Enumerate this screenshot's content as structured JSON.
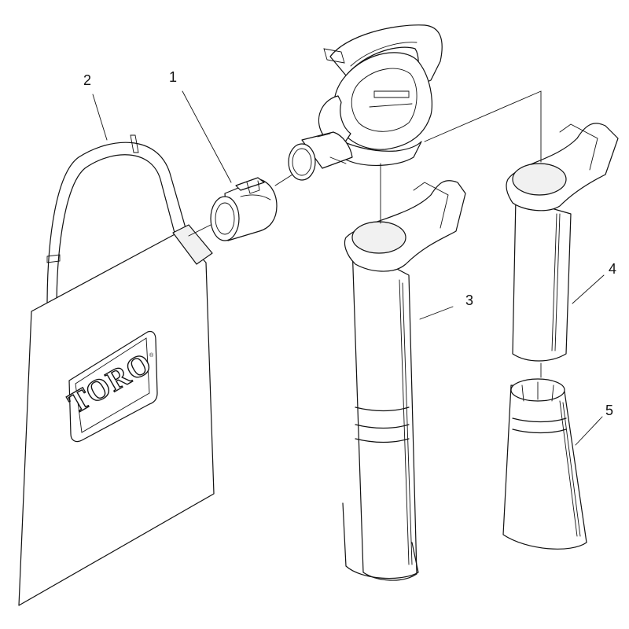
{
  "callouts": [
    {
      "id": "1",
      "label": "1"
    },
    {
      "id": "2",
      "label": "2"
    },
    {
      "id": "3",
      "label": "3"
    },
    {
      "id": "4",
      "label": "4"
    },
    {
      "id": "5",
      "label": "5"
    }
  ],
  "bag": {
    "brand_logo": "TORO",
    "registered_mark": "®"
  }
}
